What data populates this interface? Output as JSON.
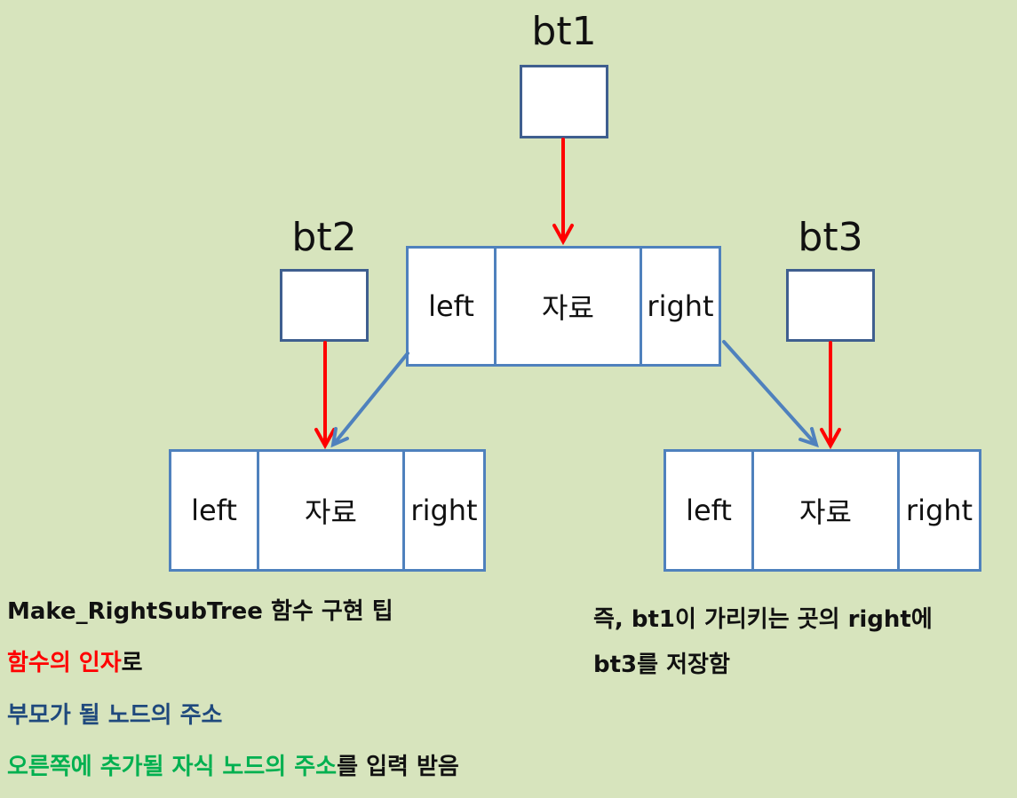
{
  "pointers": {
    "bt1": "bt1",
    "bt2": "bt2",
    "bt3": "bt3"
  },
  "node_fields": {
    "left": "left",
    "data": "자료",
    "right": "right"
  },
  "colors": {
    "background": "#d7e4bd",
    "pointer_arrow": "#ff0000",
    "link_arrow": "#4f81bd",
    "node_border": "#4f81bd",
    "pointer_box_border": "#3f5f8f"
  },
  "notes": {
    "title": "Make_RightSubTree 함수 구현 팁",
    "args_red": "함수의 인자",
    "args_tail": "로",
    "parent_addr": "부모가 될 노드의 주소",
    "child_addr_green": "오른쪽에 추가될 자식 노드의 주소",
    "child_addr_tail": "를 입력 받음",
    "summary_line1": "즉, bt1이 가리키는 곳의 right에",
    "summary_line2": "bt3를 저장함"
  }
}
